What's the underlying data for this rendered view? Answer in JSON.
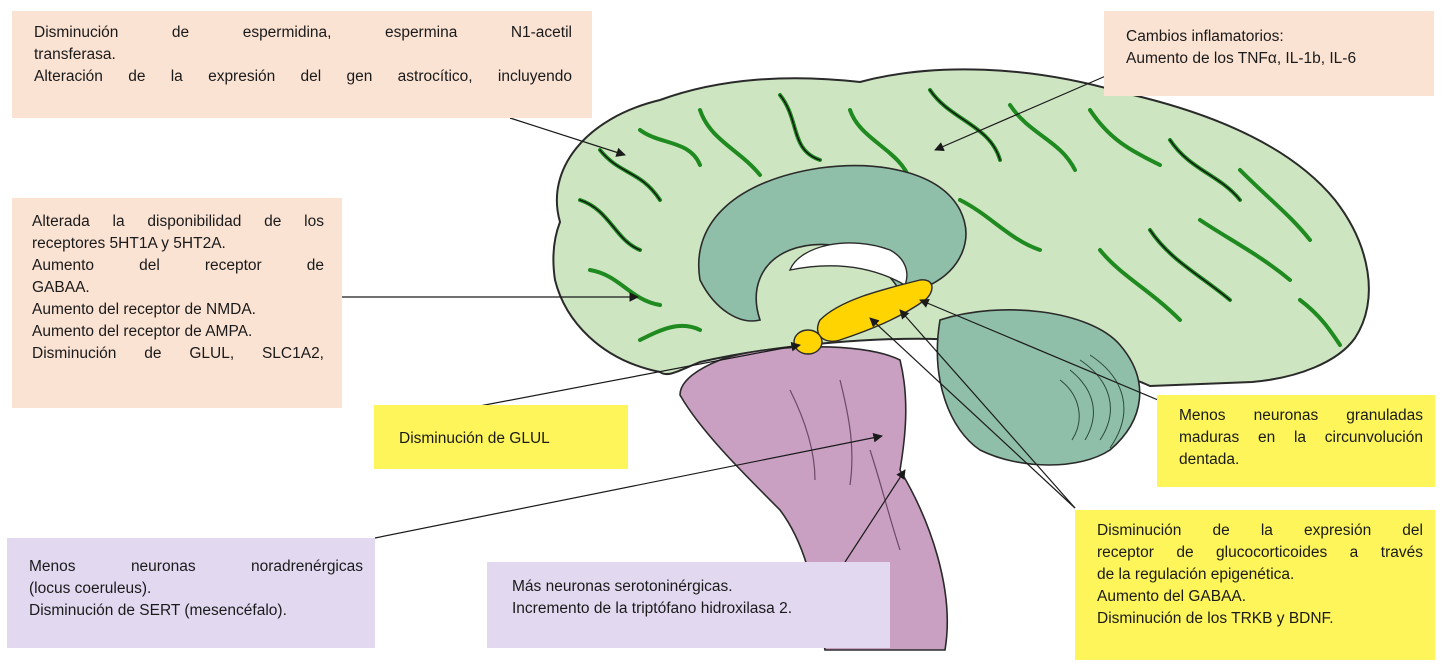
{
  "colors": {
    "peach": "#fbe3d4",
    "yellow": "#fdf55a",
    "lilac": "#e2d9f1",
    "cortex": "#cde5c1",
    "sulci": "#1f8a1f",
    "limbic": "#8fbfa8",
    "brainstem": "#c9a0c2",
    "hippocampus": "#ffd400"
  },
  "boxes": {
    "top_left": {
      "lines": [
        "Disminución de espermidina, espermina N1-acetil",
        "transferasa.",
        "Alteración de la expresión del gen astrocítico, incluyendo"
      ]
    },
    "top_right": {
      "lines": [
        "Cambios inflamatorios:",
        "Aumento de los TNFα, IL-1b, IL-6"
      ]
    },
    "mid_left": {
      "lines": [
        "Alterada la disponibilidad de los",
        "receptores 5HT1A y 5HT2A.",
        "Aumento del receptor de",
        "GABAA.",
        "Aumento del receptor de NMDA.",
        "Aumento del receptor de AMPA.",
        "Disminución de GLUL, SLC1A2,"
      ]
    },
    "glul": {
      "lines": [
        "Disminución de GLUL"
      ]
    },
    "granular": {
      "lines": [
        "Menos neuronas granuladas",
        "maduras en la circunvolución",
        "dentada."
      ]
    },
    "glucocorticoid": {
      "lines": [
        "Disminución de la expresión del",
        "receptor de glucocorticoides a través",
        "de la regulación epigenética.",
        "Aumento del GABAA.",
        "Disminución de los TRKB y BDNF."
      ]
    },
    "noradrenergic": {
      "lines": [
        "Menos neuronas noradrenérgicas",
        "(locus coeruleus).",
        "Disminución de SERT (mesencéfalo)."
      ]
    },
    "serotonergic": {
      "lines": [
        "Más neuronas serotoninérgicas.",
        "Incremento de la triptófano hidroxilasa 2."
      ]
    }
  }
}
